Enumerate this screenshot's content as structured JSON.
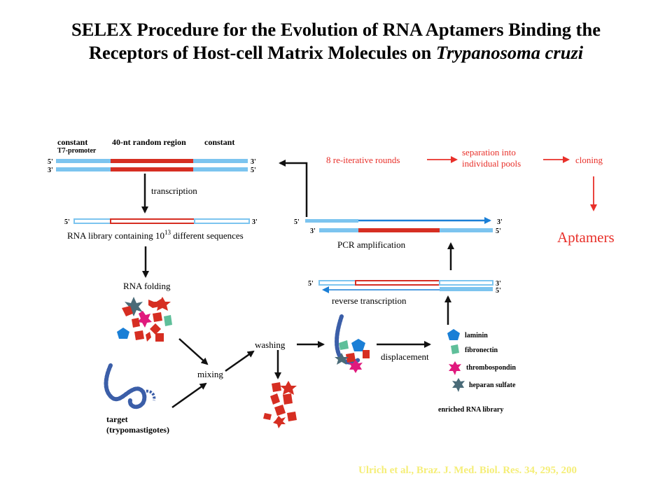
{
  "title": {
    "line1": "SELEX Procedure for the Evolution of RNA Aptamers Binding the",
    "line2_plain": "Receptors of Host-cell Matrix Molecules on ",
    "line2_italic": "Trypanosoma  cruzi"
  },
  "library": {
    "constant_left": "constant",
    "promoter": "T7-promoter",
    "random_region": "40-nt random region",
    "constant_right": "constant",
    "end_5": "5'",
    "end_3": "3'"
  },
  "steps": {
    "transcription": "transcription",
    "rna_library": "RNA library containing 10",
    "rna_library_exp": "13",
    "rna_library_tail": " different sequences",
    "rna_folding": "RNA folding",
    "mixing": "mixing",
    "washing": "washing",
    "displacement": "displacement",
    "reverse_transcription": "reverse transcription",
    "pcr_amplification": "PCR amplification",
    "rounds": "8  re-iterative rounds",
    "separation_line1": "separation into",
    "separation_line2": "individual pools",
    "cloning": "cloning",
    "aptamers": "Aptamers",
    "target_line1": "target",
    "target_line2": "(trypomastigotes)",
    "enriched": "enriched RNA library"
  },
  "legend": [
    {
      "label": "laminin",
      "icon": "pentagon-icon",
      "color": "#1a7fd6"
    },
    {
      "label": "fibronectin",
      "icon": "flag-icon",
      "color": "#5fbf9a"
    },
    {
      "label": "thrombospondin",
      "icon": "starburst-icon",
      "color": "#e0197d"
    },
    {
      "label": "heparan sulfate",
      "icon": "starburst-icon",
      "color": "#4a6b78"
    }
  ],
  "citation": "Ulrich et al., Braz. J. Med. Biol. Res. 34, 295, 200",
  "colors": {
    "strand_blue": "#7cc4ef",
    "random_red": "#d62e22",
    "arrow_blue": "#1a7fd6",
    "red_text": "#e8302a",
    "citation_yellow": "#f5ee78"
  }
}
